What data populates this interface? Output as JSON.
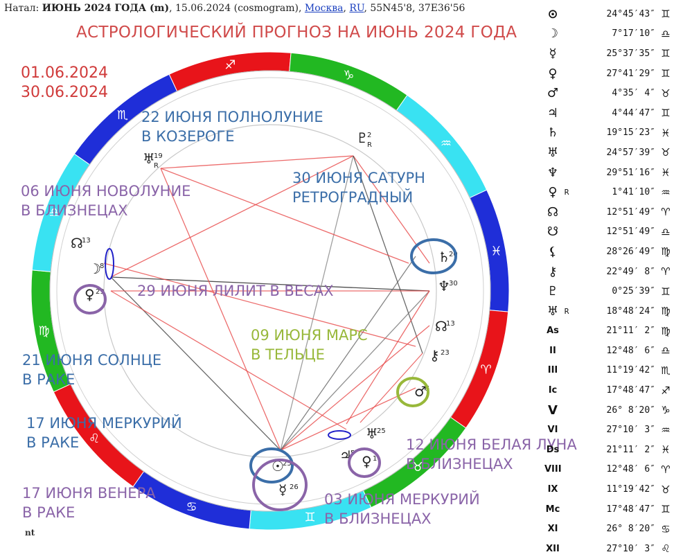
{
  "header": {
    "prefix": "Натал:",
    "chart_name": "ИЮНЬ 2024 ГОДА (m)",
    "info": ", 15.06.2024 (cosmogram), ",
    "city": "Москва",
    "sep": ", ",
    "country": "RU",
    "coords": ", 55N45'8, 37E36'56"
  },
  "title": "АСТРОЛОГИЧЕСКИЙ ПРОГНОЗ НА ИЮНЬ 2024 ГОДА",
  "dates": {
    "start": "01.06.2024",
    "end": "30.06.2024"
  },
  "annotations": [
    {
      "line1": "22 ИЮНЯ ПОЛНОЛУНИЕ",
      "line2": "В КОЗЕРОГЕ",
      "color": "#3b6ea8"
    },
    {
      "line1": "30 ИЮНЯ САТУРН",
      "line2": "РЕТРОГРАДНЫЙ",
      "color": "#3b6ea8"
    },
    {
      "line1": "06 ИЮНЯ НОВОЛУНИЕ",
      "line2": "В БЛИЗНЕЦАХ",
      "color": "#8a64a8"
    },
    {
      "line1": "29 ИЮНЯ ЛИЛИТ В ВЕСАХ",
      "line2": "",
      "color": "#8a64a8"
    },
    {
      "line1": "09 ИЮНЯ МАРС",
      "line2": "В ТЕЛЬЦЕ",
      "color": "#98b83a"
    },
    {
      "line1": "21 ИЮНЯ СОЛНЦЕ",
      "line2": "В РАКЕ",
      "color": "#3b6ea8"
    },
    {
      "line1": "17 ИЮНЯ МЕРКУРИЙ",
      "line2": "В РАКЕ",
      "color": "#3b6ea8"
    },
    {
      "line1": "12 ИЮНЯ БЕЛАЯ ЛУНА",
      "line2": "В БЛИЗНЕЦАХ",
      "color": "#8a64a8"
    },
    {
      "line1": "17 ИЮНЯ ВЕНЕРА",
      "line2": "В РАКЕ",
      "color": "#8a64a8"
    },
    {
      "line1": "03 ИЮНЯ МЕРКУРИЙ",
      "line2": "В БЛИЗНЕЦАХ",
      "color": "#8a64a8"
    }
  ],
  "zodiac_signs": [
    "♐",
    "♑",
    "♒",
    "♓",
    "♈",
    "♉",
    "♊",
    "♋",
    "♌",
    "♍",
    "♎",
    "♏"
  ],
  "sign_colors": [
    "#e8141a",
    "#22b822",
    "#39e2f2",
    "#1f2ed8",
    "#e8141a",
    "#22b822",
    "#39e2f2",
    "#1f2ed8",
    "#e8141a",
    "#22b822",
    "#39e2f2",
    "#1f2ed8"
  ],
  "chart_planets": [
    {
      "glyph": "☉",
      "num": "",
      "retro": ""
    },
    {
      "glyph": "☽",
      "num": "8",
      "retro": ""
    },
    {
      "glyph": "♀",
      "num": "29",
      "retro": ""
    },
    {
      "glyph": "☊",
      "num": "13",
      "retro": ""
    },
    {
      "glyph": "♅",
      "num": "19",
      "retro": "R"
    },
    {
      "glyph": "♇",
      "num": "2",
      "retro": "R"
    },
    {
      "glyph": "♄",
      "num": "20",
      "retro": ""
    },
    {
      "glyph": "♆",
      "num": "30",
      "retro": ""
    },
    {
      "glyph": "☊",
      "num": "13",
      "retro": ""
    },
    {
      "glyph": "⚷",
      "num": "23",
      "retro": ""
    },
    {
      "glyph": "♂",
      "num": "5",
      "retro": ""
    },
    {
      "glyph": "♅",
      "num": "25",
      "retro": ""
    },
    {
      "glyph": "♃",
      "num": "5",
      "retro": ""
    },
    {
      "glyph": "♀",
      "num": "1",
      "retro": ""
    },
    {
      "glyph": "☉",
      "num": "25",
      "retro": ""
    },
    {
      "glyph": "☿",
      "num": "26",
      "retro": ""
    }
  ],
  "table": [
    {
      "sym": "⊙",
      "r": "",
      "deg": "24°45′43″",
      "sign": "♊"
    },
    {
      "sym": "☽",
      "r": "",
      "deg": "7°17′10″",
      "sign": "♎"
    },
    {
      "sym": "☿",
      "r": "",
      "deg": "25°37′35″",
      "sign": "♊"
    },
    {
      "sym": "♀",
      "r": "",
      "deg": "27°41′29″",
      "sign": "♊"
    },
    {
      "sym": "♂",
      "r": "",
      "deg": "4°35′ 4″",
      "sign": "♉"
    },
    {
      "sym": "♃",
      "r": "",
      "deg": "4°44′47″",
      "sign": "♊"
    },
    {
      "sym": "♄",
      "r": "",
      "deg": "19°15′23″",
      "sign": "♓"
    },
    {
      "sym": "♅",
      "r": "",
      "deg": "24°57′39″",
      "sign": "♉"
    },
    {
      "sym": "♆",
      "r": "",
      "deg": "29°51′16″",
      "sign": "♓"
    },
    {
      "sym": "♀",
      "r": "R",
      "deg": "1°41′10″",
      "sign": "♒"
    },
    {
      "sym": "☊",
      "r": "",
      "deg": "12°51′49″",
      "sign": "♈"
    },
    {
      "sym": "☋",
      "r": "",
      "deg": "12°51′49″",
      "sign": "♎"
    },
    {
      "sym": "⚸",
      "r": "",
      "deg": "28°26′49″",
      "sign": "♍"
    },
    {
      "sym": "⚷",
      "r": "",
      "deg": "22°49′ 8″",
      "sign": "♈"
    },
    {
      "sym": "♇",
      "r": "",
      "deg": "0°25′39″",
      "sign": "♊"
    },
    {
      "sym": "♅",
      "r": "R",
      "deg": "18°48′24″",
      "sign": "♍"
    },
    {
      "sym": "As",
      "r": "",
      "deg": "21°11′ 2″",
      "sign": "♍"
    },
    {
      "sym": "II",
      "r": "",
      "deg": "12°48′ 6″",
      "sign": "♎"
    },
    {
      "sym": "III",
      "r": "",
      "deg": "11°19′42″",
      "sign": "♏"
    },
    {
      "sym": "Ic",
      "r": "",
      "deg": "17°48′47″",
      "sign": "♐"
    },
    {
      "sym": "V",
      "r": "",
      "deg": "26° 8′20″",
      "sign": "♑"
    },
    {
      "sym": "VI",
      "r": "",
      "deg": "27°10′ 3″",
      "sign": "♒"
    },
    {
      "sym": "Ds",
      "r": "",
      "deg": "21°11′ 2″",
      "sign": "♓"
    },
    {
      "sym": "VIII",
      "r": "",
      "deg": "12°48′ 6″",
      "sign": "♈"
    },
    {
      "sym": "IX",
      "r": "",
      "deg": "11°19′42″",
      "sign": "♉"
    },
    {
      "sym": "Mc",
      "r": "",
      "deg": "17°48′47″",
      "sign": "♊"
    },
    {
      "sym": "XI",
      "r": "",
      "deg": "26° 8′20″",
      "sign": "♋"
    },
    {
      "sym": "XII",
      "r": "",
      "deg": "27°10′ 3″",
      "sign": "♌"
    }
  ],
  "footer": "nt"
}
